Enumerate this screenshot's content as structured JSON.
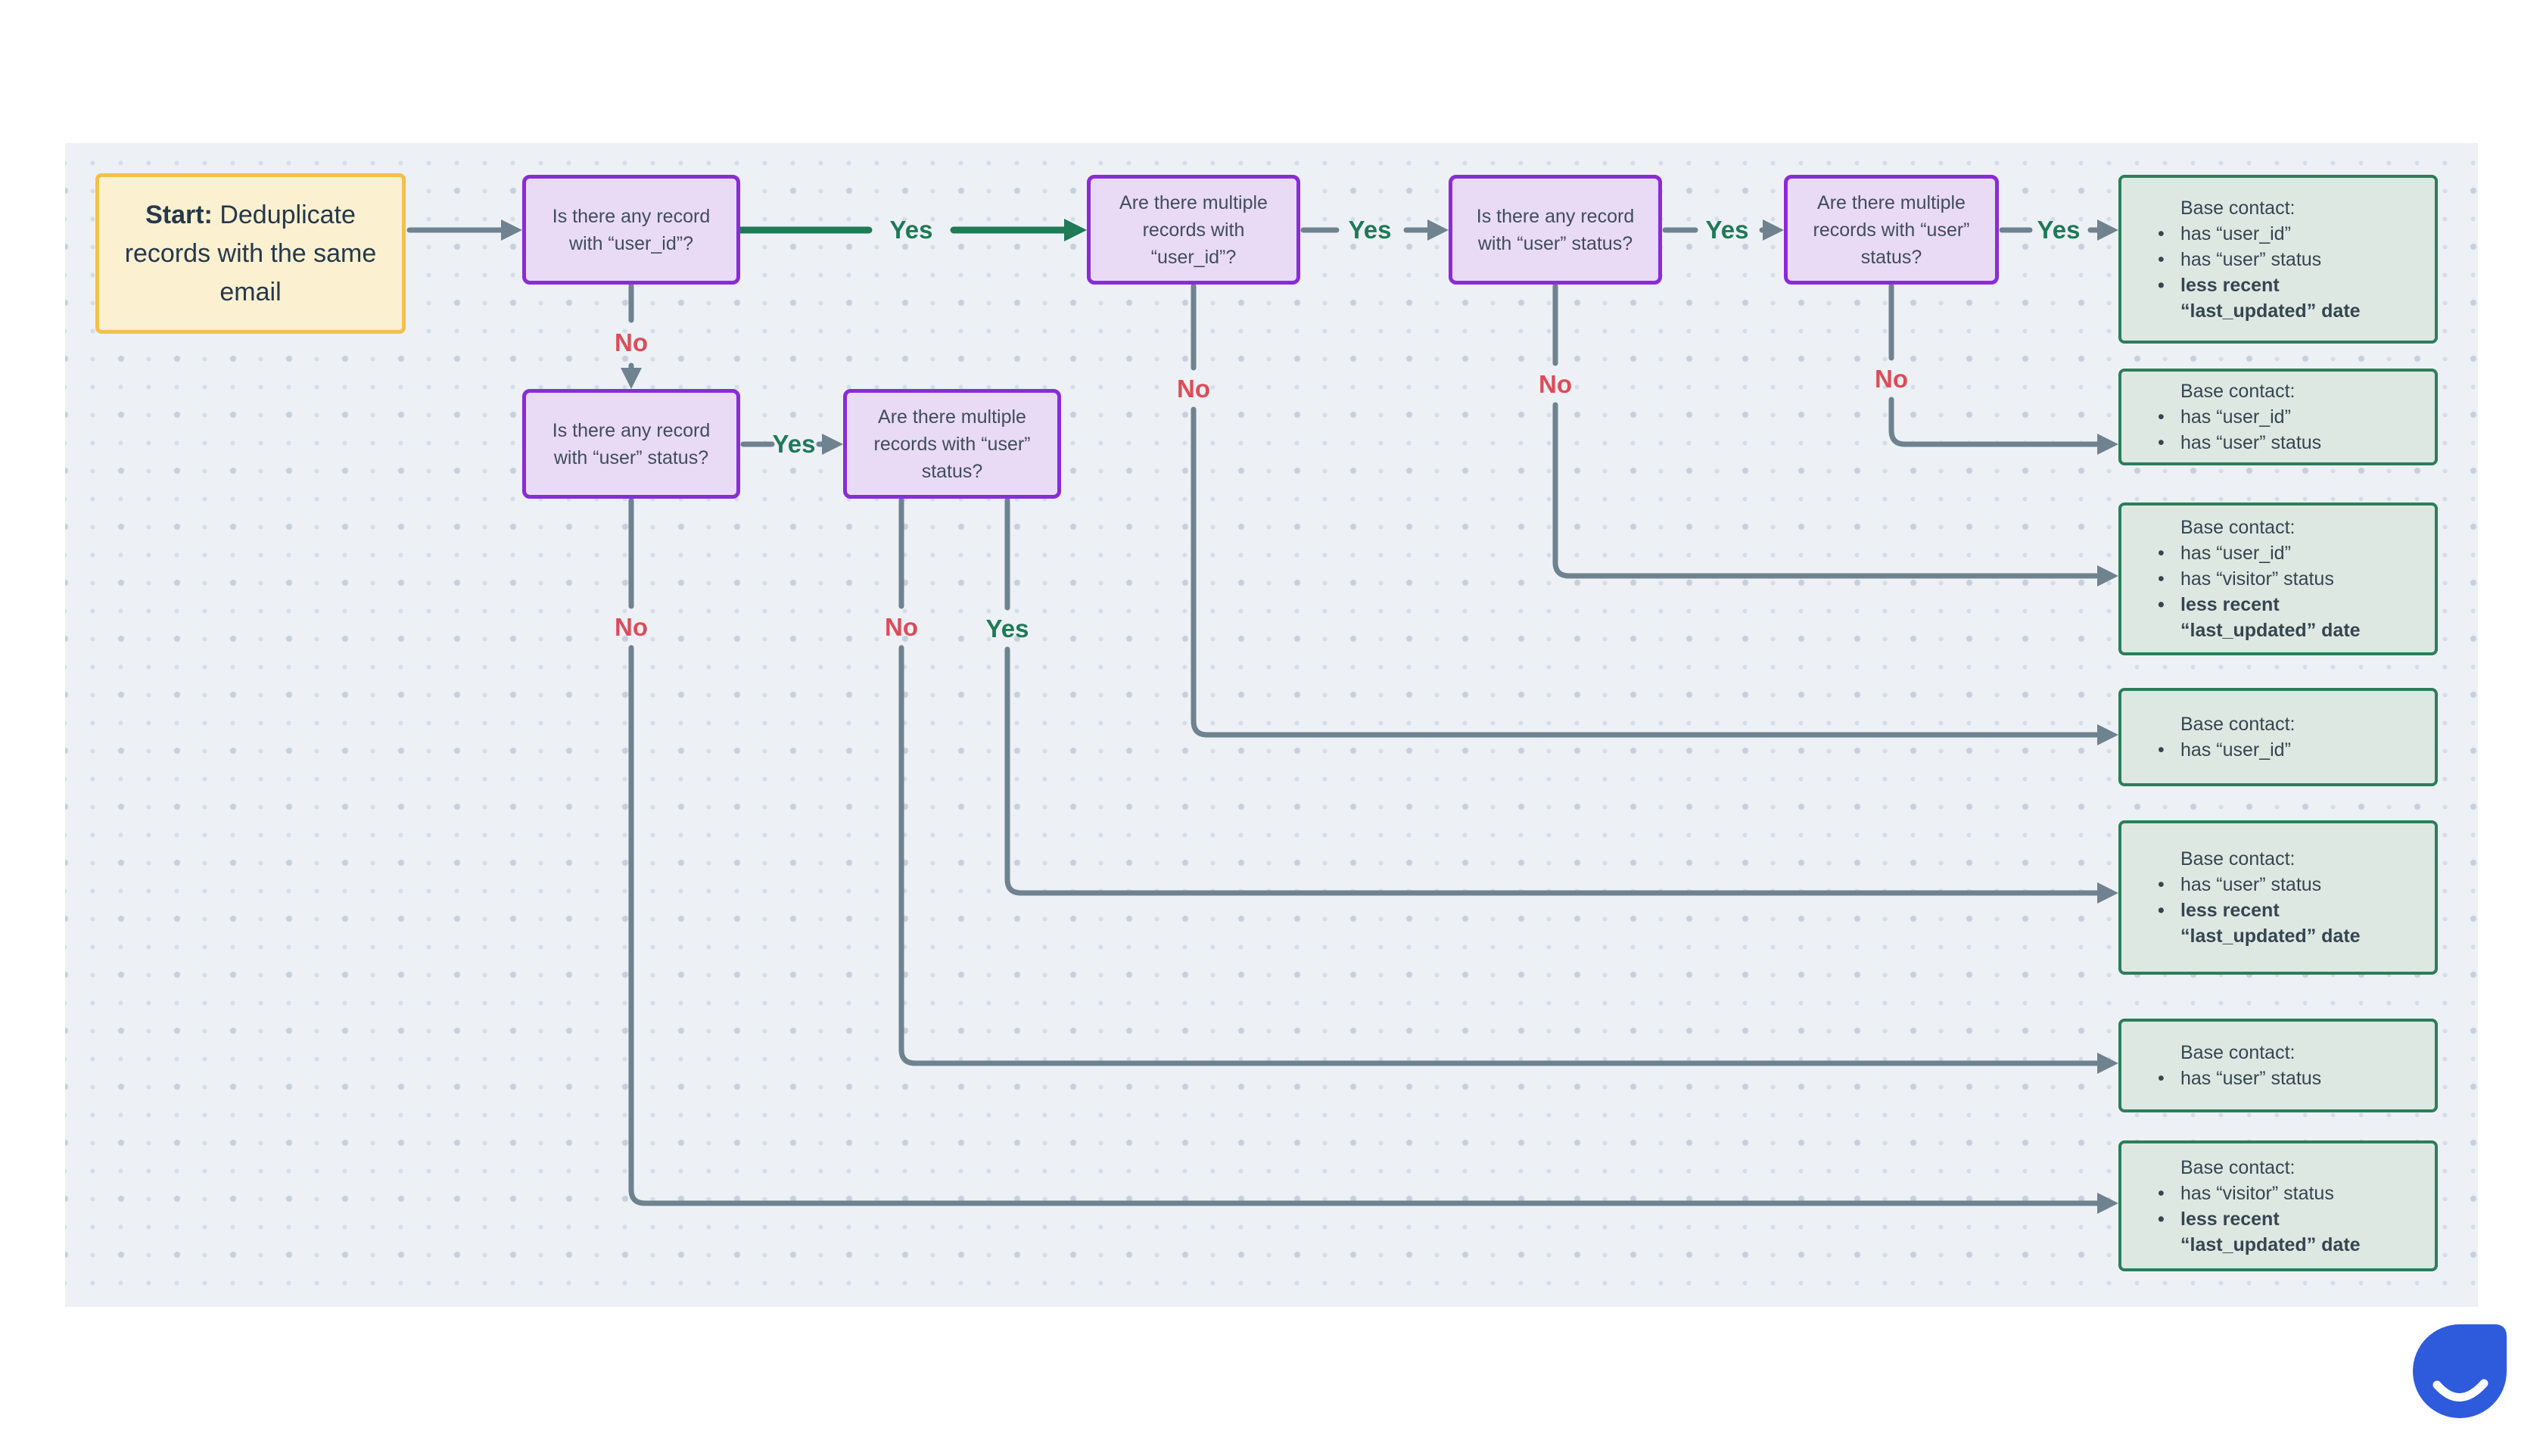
{
  "diagram": {
    "start": {
      "bold": "Start:",
      "rest": " Deduplicate records with the same email"
    },
    "bullet_char": "•",
    "decisions": [
      {
        "id": "d1",
        "text": "Is there any record with “user_id”?"
      },
      {
        "id": "d2",
        "text": "Are there multiple records with “user_id”?"
      },
      {
        "id": "d3",
        "text": "Is there any record with “user” status?"
      },
      {
        "id": "d4",
        "text": "Are there multiple records with “user” status?"
      },
      {
        "id": "d5",
        "text": "Is there any record with “user” status?"
      },
      {
        "id": "d6",
        "text": "Are there multiple records with “user” status?"
      }
    ],
    "outcomes": [
      {
        "id": "g1",
        "title": "Base contact:",
        "items": [
          {
            "text": "has “user_id”",
            "bold": false
          },
          {
            "text": "has “user” status",
            "bold": false
          },
          {
            "text": "less recent “last_updated” date",
            "bold": true
          }
        ]
      },
      {
        "id": "g2",
        "title": "Base contact:",
        "items": [
          {
            "text": "has “user_id”",
            "bold": false
          },
          {
            "text": "has “user” status",
            "bold": false
          }
        ]
      },
      {
        "id": "g3",
        "title": "Base contact:",
        "items": [
          {
            "text": "has “user_id”",
            "bold": false
          },
          {
            "text": "has “visitor” status",
            "bold": false
          },
          {
            "text": "less recent “last_updated” date",
            "bold": true
          }
        ]
      },
      {
        "id": "g4",
        "title": "Base contact:",
        "items": [
          {
            "text": "has “user_id”",
            "bold": false
          }
        ]
      },
      {
        "id": "g5",
        "title": "Base contact:",
        "items": [
          {
            "text": "has “user” status",
            "bold": false
          },
          {
            "text": "less recent “last_updated” date",
            "bold": true
          }
        ]
      },
      {
        "id": "g6",
        "title": "Base contact:",
        "items": [
          {
            "text": "has “user” status",
            "bold": false
          }
        ]
      },
      {
        "id": "g7",
        "title": "Base contact:",
        "items": [
          {
            "text": "has “visitor” status",
            "bold": false
          },
          {
            "text": "less recent “last_updated” date",
            "bold": true
          }
        ]
      }
    ],
    "edges": [
      {
        "from": "d1",
        "to": "d2",
        "label": "Yes"
      },
      {
        "from": "d2",
        "to": "d3",
        "label": "Yes"
      },
      {
        "from": "d3",
        "to": "d4",
        "label": "Yes"
      },
      {
        "from": "d4",
        "to": "g1",
        "label": "Yes"
      },
      {
        "from": "d5",
        "to": "d6",
        "label": "Yes"
      },
      {
        "from": "d6",
        "to": "g5",
        "label": "Yes"
      },
      {
        "from": "d1",
        "to": "d5",
        "label": "No"
      },
      {
        "from": "d2",
        "to": "g4",
        "label": "No"
      },
      {
        "from": "d3",
        "to": "g3",
        "label": "No"
      },
      {
        "from": "d4",
        "to": "g2",
        "label": "No"
      },
      {
        "from": "d5",
        "to": "g7",
        "label": "No"
      },
      {
        "from": "d6",
        "to": "g6",
        "label": "No"
      }
    ]
  },
  "colors": {
    "canvas_background": "#EDF1F5",
    "dot_grid": "#C6D0DD",
    "start_fill": "#FBF0D0",
    "start_border": "#EFC14D",
    "decision_fill": "#E9DBF5",
    "decision_border": "#8A2BD8",
    "outcome_fill": "#DEE8E3",
    "outcome_border": "#2E7D5B",
    "yes_label": "#1F7A56",
    "no_label": "#DD4B59",
    "connector_gray": "#6F8290",
    "connector_green": "#1F7A56",
    "logo_blue": "#2D5BDB"
  },
  "logo": {
    "name": "smile-droplet-logo"
  }
}
